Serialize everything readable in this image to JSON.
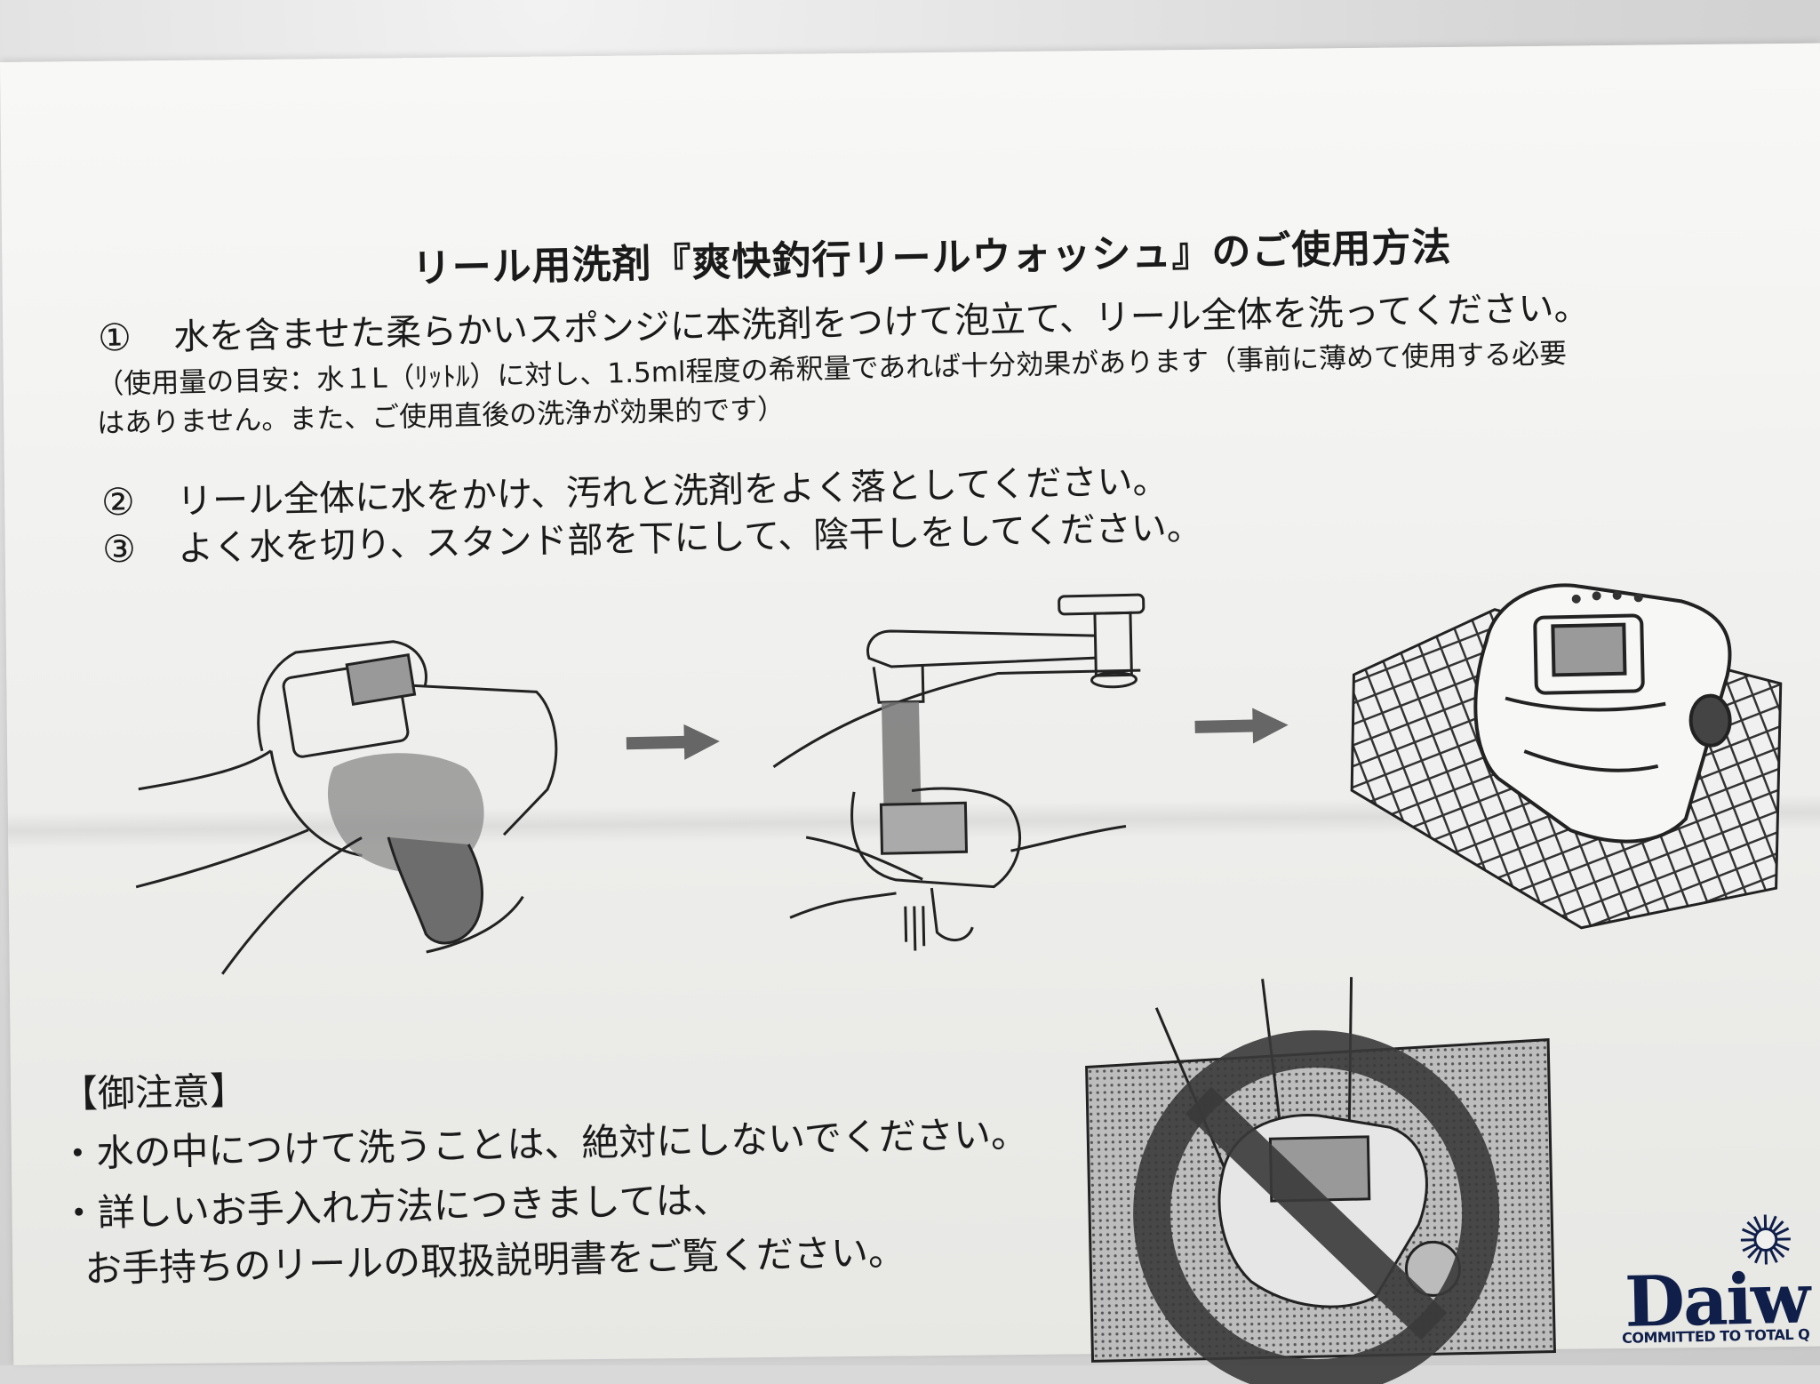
{
  "title": "リール用洗剤『爽快釣行リールウォッシュ』のご使用方法",
  "steps": [
    {
      "num": "①",
      "text": "水を含ませた柔らかいスポンジに本洗剤をつけて泡立て、リール全体を洗ってください。"
    },
    {
      "num": "②",
      "text": "リール全体に水をかけ、汚れと洗剤をよく落としてください。"
    },
    {
      "num": "③",
      "text": "よく水を切り、スタンド部を下にして、陰干しをしてください。"
    }
  ],
  "note_lines": [
    "（使用量の目安：水１L（ﾘｯﾄﾙ）に対し、1.5ml程度の希釈量であれば十分効果があります（事前に薄めて使用する必要",
    "はありません。また、ご使用直後の洗浄が効果的です）"
  ],
  "caution": {
    "title": "【御注意】",
    "items": [
      "・水の中につけて洗うことは、絶対にしないでください。",
      "・詳しいお手入れ方法につきましては、"
    ],
    "continuation": "お手持ちのリールの取扱説明書をご覧ください。"
  },
  "logo": {
    "word": "Daiw",
    "tagline": "COMMITTED TO TOTAL Q",
    "color": "#0f1f4a"
  },
  "icons": [
    "hand-washing-reel-illustration",
    "arrow-right-icon",
    "faucet-rinse-illustration",
    "reel-drying-on-rack-illustration",
    "prohibited-submerge-icon",
    "daiwa-sun-logo-icon"
  ]
}
